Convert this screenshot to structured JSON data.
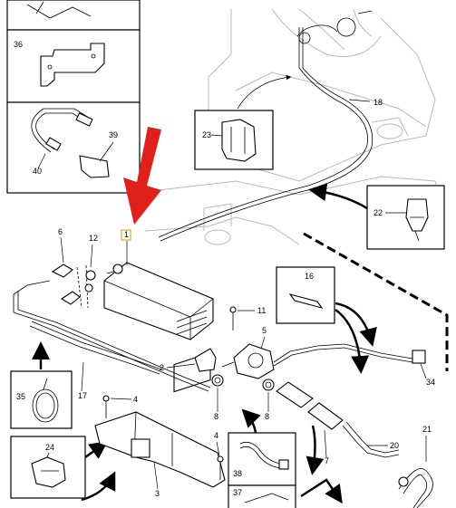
{
  "labels": {
    "p1": "1",
    "p2": "2",
    "p3": "3",
    "p4a": "4",
    "p4b": "4",
    "p5": "5",
    "p6": "6",
    "p7": "7",
    "p8a": "8",
    "p8b": "8",
    "p11": "11",
    "p12": "12",
    "p16": "16",
    "p17": "17",
    "p18": "18",
    "p20": "20",
    "p21": "21",
    "p22": "22",
    "p23": "23",
    "p24": "24",
    "p34": "34",
    "p35": "35",
    "p36": "36",
    "p37": "37",
    "p38": "38",
    "p39": "39",
    "p40": "40"
  },
  "colors": {
    "highlight_arrow": "#e0201c",
    "ghost_lines": "#b8b8b8"
  }
}
